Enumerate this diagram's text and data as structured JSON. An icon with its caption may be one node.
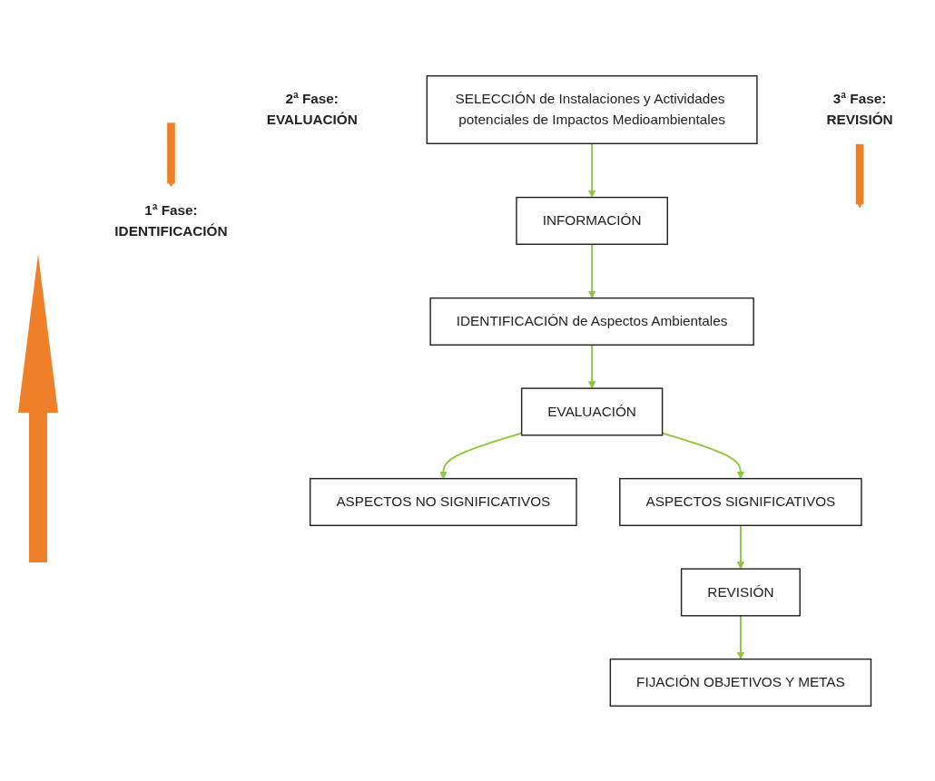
{
  "diagram": {
    "nodes": [
      {
        "text": [
          "1ª Fase:",
          "IDENTIFICACIÓN"
        ]
      },
      {
        "text": [
          "SELECCIÓN de Instalaciones y Actividades potenciales de Impactos Medioambientales"
        ]
      },
      {
        "text": [
          "INFORMACIÓN"
        ]
      },
      {
        "text": [
          "IDENTIFICACIÓN de Aspectos Ambientales"
        ]
      },
      {
        "text": [
          "2ª Fase:",
          "EVALUACIÓN"
        ]
      },
      {
        "text": [
          "EVALUACIÓN"
        ]
      },
      {
        "text": [
          "ASPECTOS NO SIGNIFICATIVOS"
        ]
      },
      {
        "text": [
          "ASPECTOS SIGNIFICATIVOS"
        ]
      },
      {
        "text": [
          "3ª Fase:",
          "REVISIÓN"
        ]
      },
      {
        "text": [
          "REVISIÓN"
        ]
      },
      {
        "text": [
          "FIJACIÓN OBJETIVOS Y METAS"
        ]
      }
    ],
    "edges": [
      {
        "from": null,
        "to": 0,
        "arrow": "to",
        "style": "thick",
        "color": "#f07f2a"
      },
      {
        "from": 1,
        "to": 2,
        "arrow": "to"
      },
      {
        "from": 2,
        "to": 3,
        "arrow": "to"
      },
      {
        "from": 3,
        "to": 5,
        "arrow": "to"
      },
      {
        "from": 5,
        "to": 6,
        "arrow": "to"
      },
      {
        "from": 5,
        "to": 7,
        "arrow": "to"
      },
      {
        "from": 7,
        "to": 9,
        "arrow": "to"
      },
      {
        "from": 9,
        "to": 10,
        "arrow": "to"
      },
      {
        "from": 8,
        "to": null,
        "arrow": "to",
        "style": "thick",
        "color": "#f07f2a"
      }
    ]
  }
}
